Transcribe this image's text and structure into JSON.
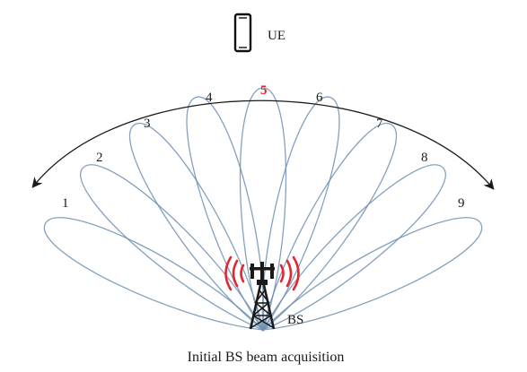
{
  "diagram": {
    "ue_label": "UE",
    "bs_label": "BS",
    "caption": "Initial BS beam acquisition",
    "highlighted_beam": "5",
    "beams": [
      {
        "label": "1"
      },
      {
        "label": "2"
      },
      {
        "label": "3"
      },
      {
        "label": "4"
      },
      {
        "label": "5"
      },
      {
        "label": "6"
      },
      {
        "label": "7"
      },
      {
        "label": "8"
      },
      {
        "label": "9"
      }
    ],
    "colors": {
      "beam_stroke": "#6f8fb3",
      "beam_highlight": "#e0262e",
      "tower": "#1a1a1a",
      "signal_waves": "#e0262e",
      "arc": "#1a1a1a"
    },
    "icons": [
      "smartphone-icon",
      "cell-tower-icon",
      "signal-wave-icon",
      "double-arrow-arc"
    ]
  }
}
